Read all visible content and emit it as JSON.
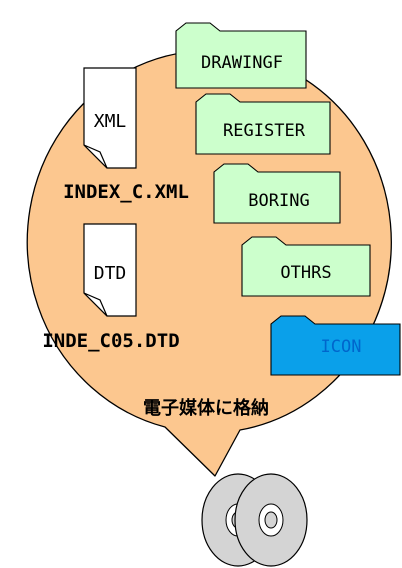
{
  "files": [
    {
      "type_label": "XML",
      "name": "INDEX_C.XML"
    },
    {
      "type_label": "DTD",
      "name": "INDE_C05.DTD"
    }
  ],
  "folders": [
    {
      "label": "DRAWINGF",
      "fill": "#ccffcc"
    },
    {
      "label": "REGISTER",
      "fill": "#ccffcc"
    },
    {
      "label": "BORING",
      "fill": "#ccffcc"
    },
    {
      "label": "OTHRS",
      "fill": "#ccffcc"
    },
    {
      "label": "ICON",
      "fill": "#0aa0ea",
      "text_color": "#0066cc"
    }
  ],
  "caption": "電子媒体に格納",
  "colors": {
    "bubble_fill": "#fcc78f",
    "outline": "#000000",
    "file_fill": "#ffffff",
    "disc_fill": "#d4d4d4"
  },
  "icons": {
    "file": "document-icon",
    "folder": "folder-icon",
    "media": "cd-disc-icon"
  }
}
